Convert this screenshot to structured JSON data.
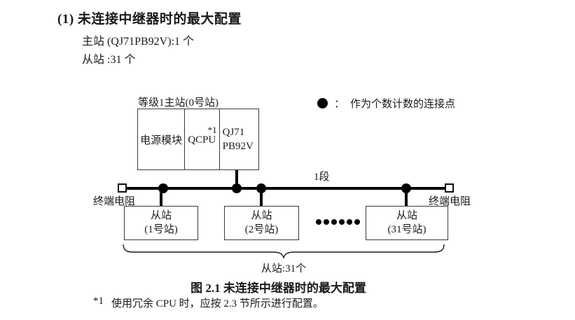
{
  "header": {
    "title": "(1) 未连接中继器时的最大配置",
    "master_count_line": "主站 (QJ71PB92V):1 个",
    "slave_count_line": "从站 :31 个"
  },
  "diagram": {
    "master_station_label": "等级1主站(0号站)",
    "master_modules": {
      "power": "电源模块",
      "cpu": "QCPU",
      "cpu_note": "*1",
      "network_line1": "QJ71",
      "network_line2": "PB92V"
    },
    "legend": {
      "colon": "：",
      "text": "作为个数计数的连接点"
    },
    "segment_label": "1段",
    "terminator_left_label": "终端电阻",
    "terminator_right_label": "终端电阻",
    "slaves": [
      {
        "line1": "从站",
        "line2": "(1号站)"
      },
      {
        "line1": "从站",
        "line2": "(2号站)"
      },
      {
        "line1": "从站",
        "line2": "(31号站)"
      }
    ],
    "brace_label": "从站:31个"
  },
  "caption": "图 2.1 未连接中继器时的最大配置",
  "footnote": {
    "marker": "*1",
    "text": "使用冗余 CPU 时，应按 2.3 节所示进行配置。"
  },
  "colors": {
    "text": "#1a1a1a",
    "line": "#000000",
    "box_border": "#3a3a3a",
    "background": "#ffffff"
  }
}
